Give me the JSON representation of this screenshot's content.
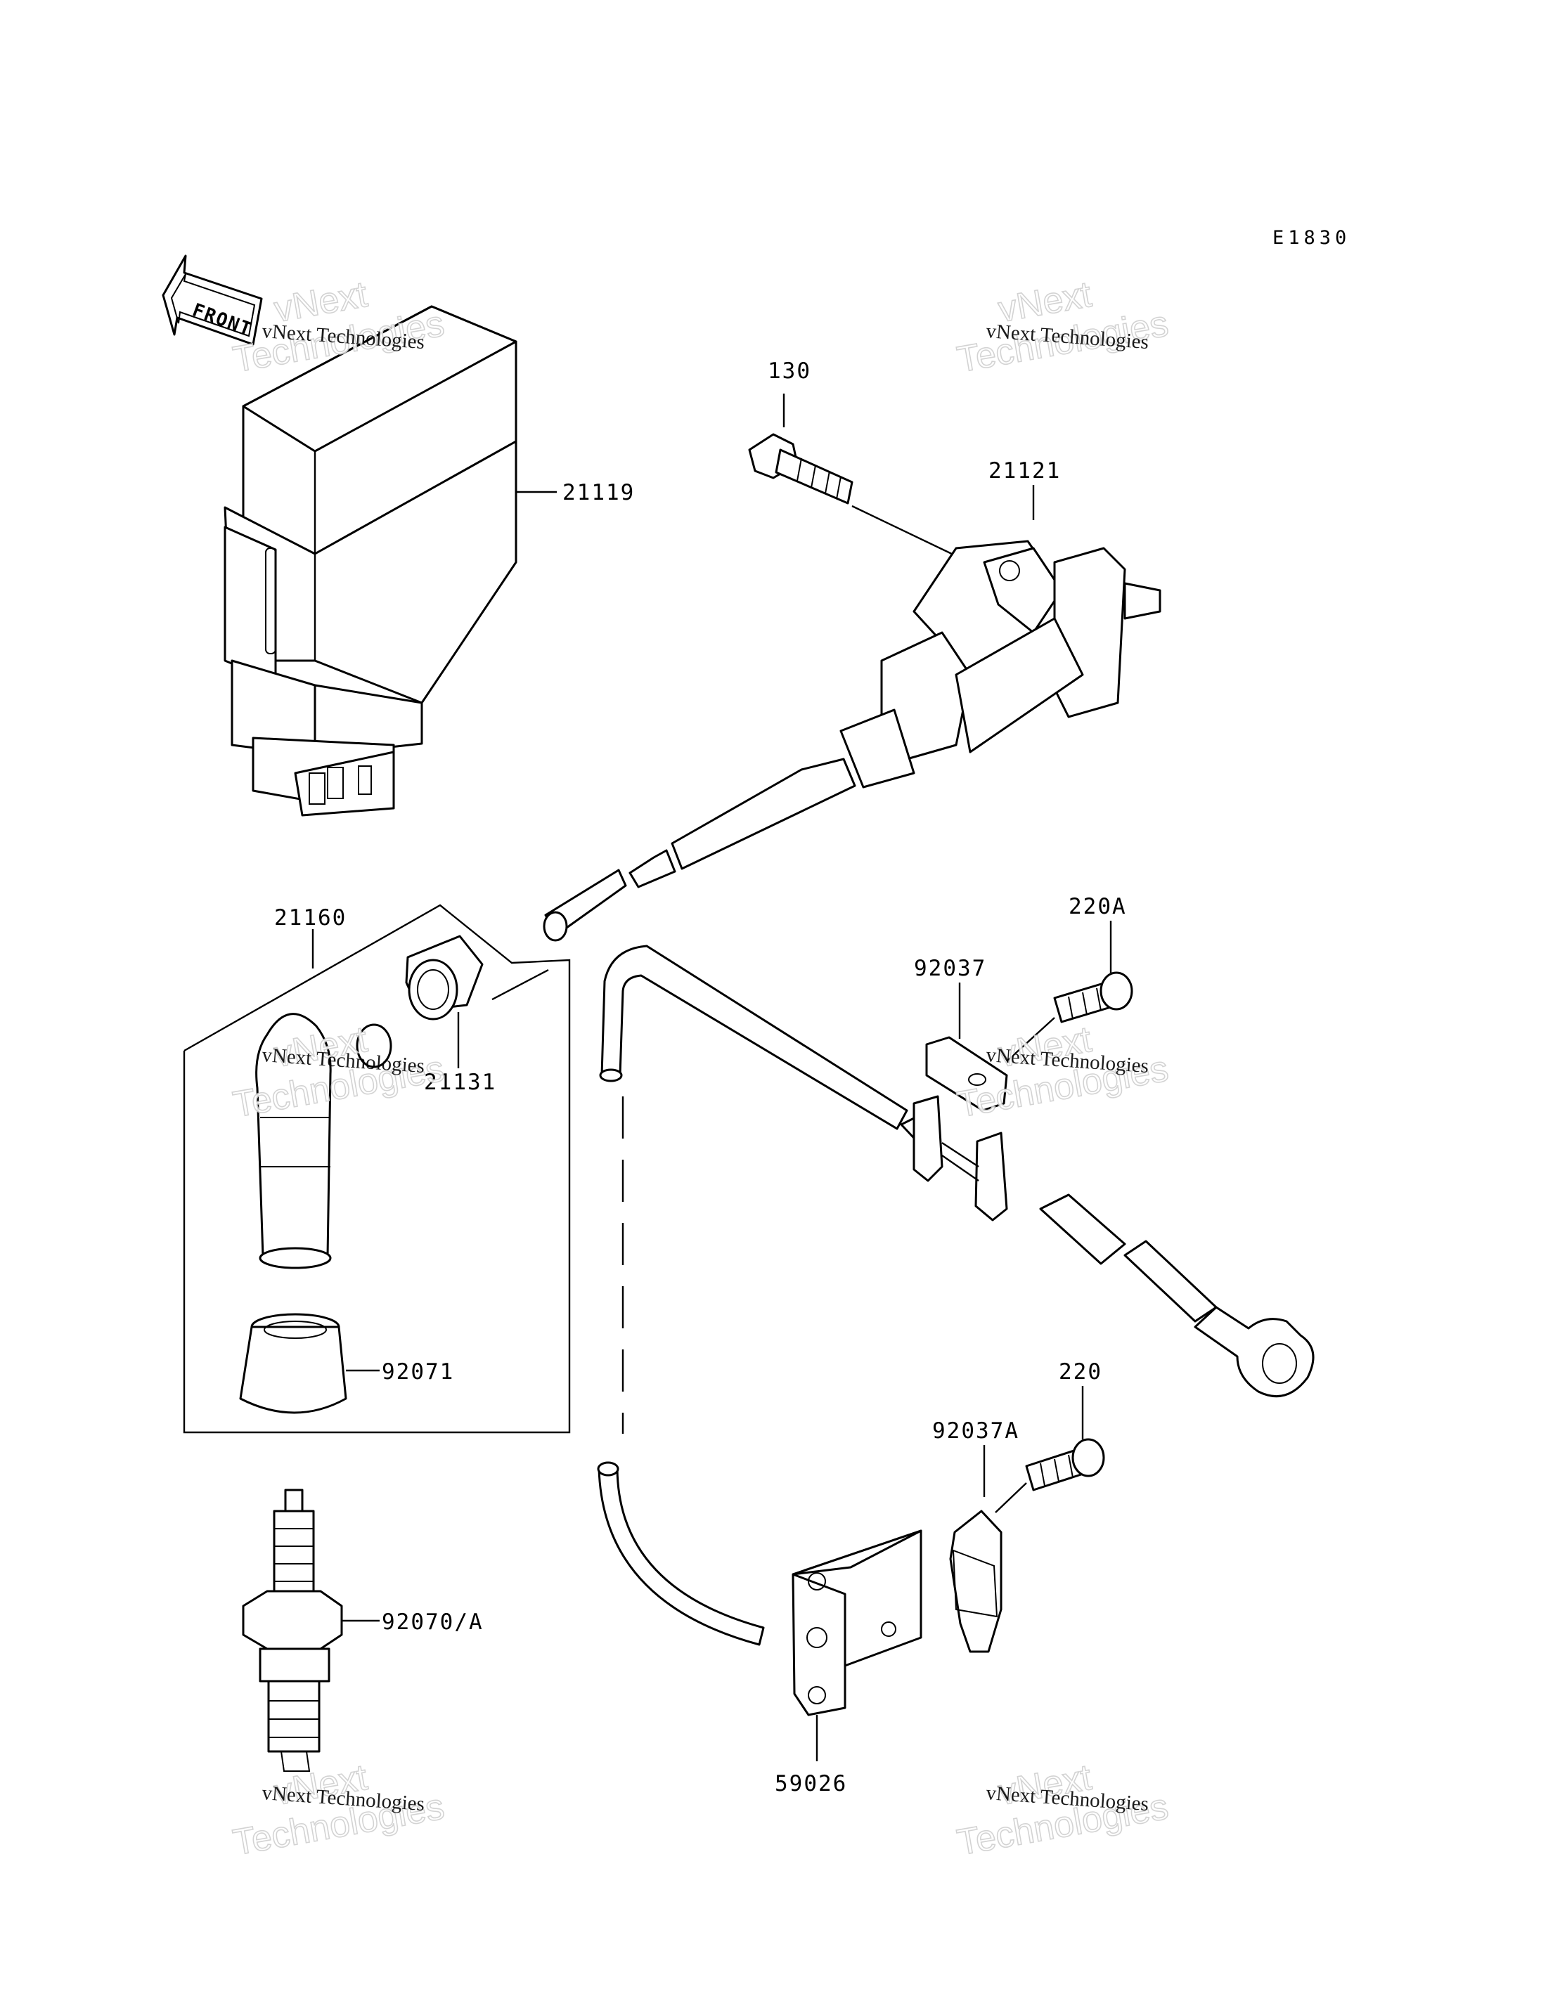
{
  "diagram_code": "E1830",
  "front_label": "FRONT",
  "watermark": {
    "line1": "vNext Technologies",
    "line2": "vNext",
    "line3": "Technologies"
  },
  "callouts": {
    "ecu": "21119",
    "bolt_top": "130",
    "ignition_coil": "21121",
    "cap_assembly": "21160",
    "cap_nut": "21131",
    "plug_cap_cover": "92071",
    "spark_plug": "92070/A",
    "bracket_top": "92037",
    "screw_top": "220A",
    "bracket_bottom": "92037A",
    "screw_bottom": "220",
    "pickup_coil": "59026"
  }
}
